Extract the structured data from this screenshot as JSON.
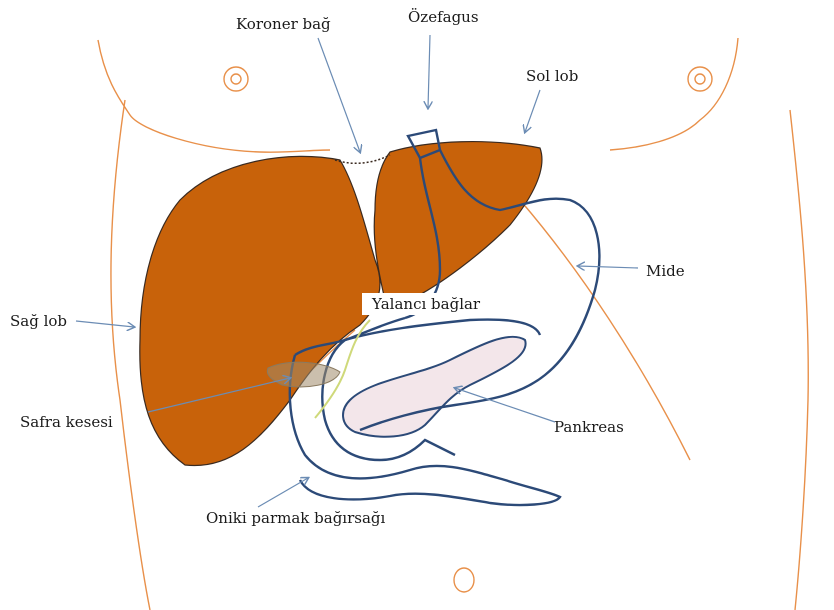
{
  "labels": {
    "coronary_ligament": "Koroner bağ",
    "esophagus": "Özefagus",
    "left_lobe": "Sol lob",
    "stomach": "Mide",
    "right_lobe": "Sağ lob",
    "false_ligaments": "Yalancı bağlar",
    "gallbladder": "Safra kesesi",
    "pancreas": "Pankreas",
    "duodenum": "Oniki parmak bağırsağı"
  },
  "colors": {
    "liver": "#c8620a",
    "body_outline": "#e8904a",
    "organ_outline": "#2c4a78",
    "pancreas_fill": "#f3e6ea",
    "arrow": "#6b8cb4",
    "gallbladder": "#a08a6a"
  }
}
